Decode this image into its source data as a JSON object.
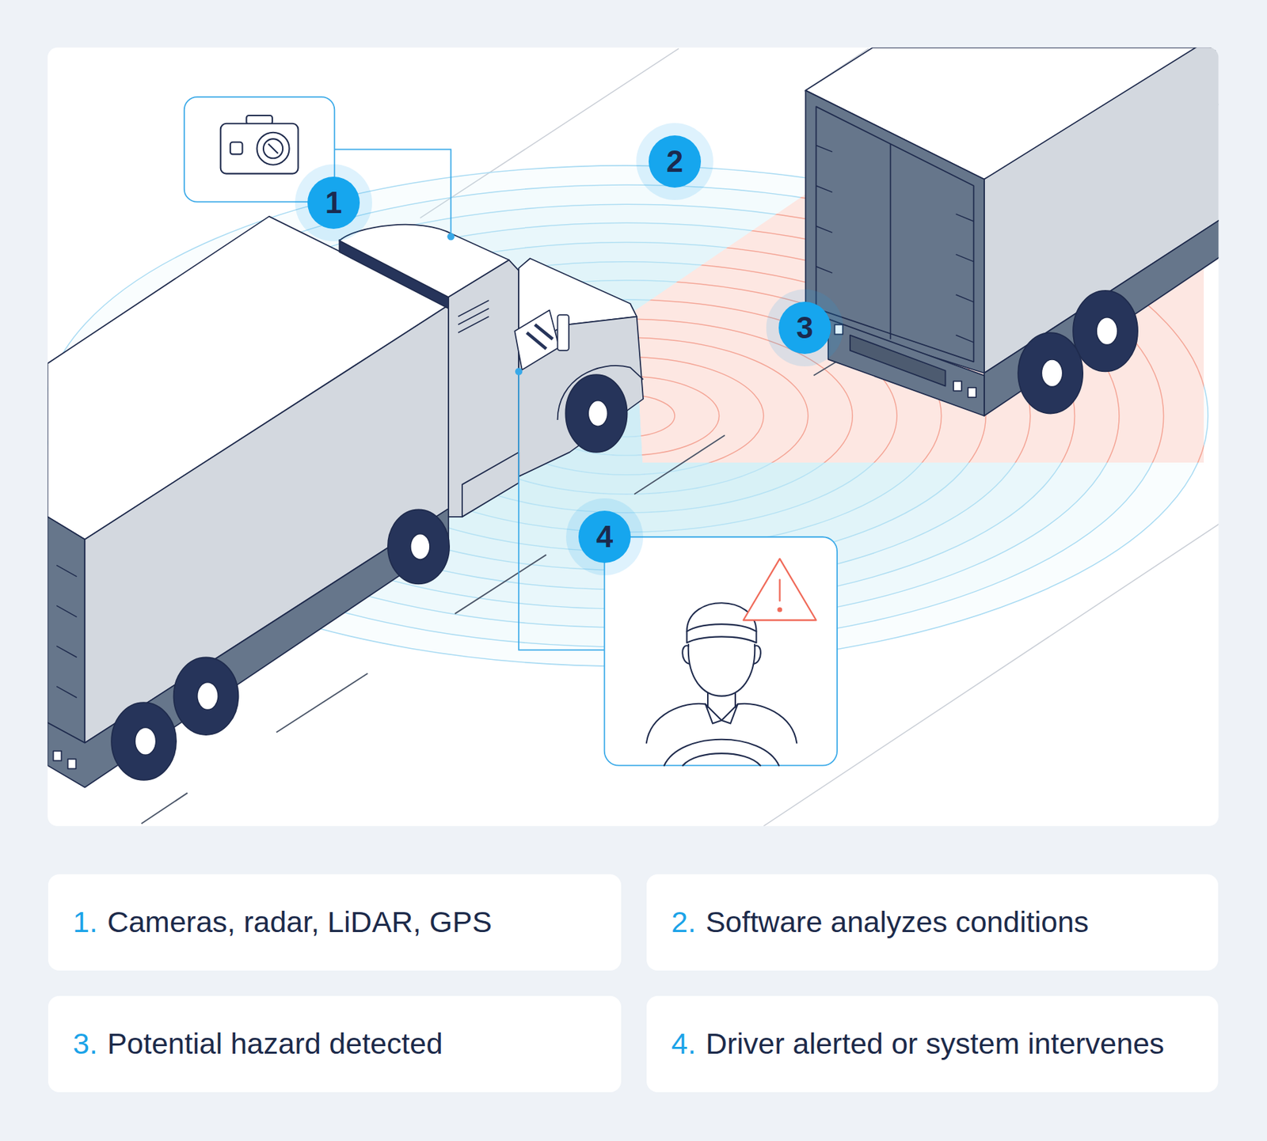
{
  "diagram": {
    "nodes": [
      {
        "text": [
          "1"
        ]
      },
      {
        "text": [
          "2"
        ]
      },
      {
        "text": [
          "3"
        ]
      },
      {
        "text": [
          "4"
        ]
      },
      {
        "text": [
          "1.",
          "Cameras, radar, LiDAR, GPS"
        ]
      },
      {
        "text": [
          "2.",
          "Software analyzes conditions"
        ]
      },
      {
        "text": [
          "3.",
          "Potential hazard detected"
        ]
      },
      {
        "text": [
          "4.",
          "Driver alerted or system intervenes"
        ]
      }
    ]
  }
}
